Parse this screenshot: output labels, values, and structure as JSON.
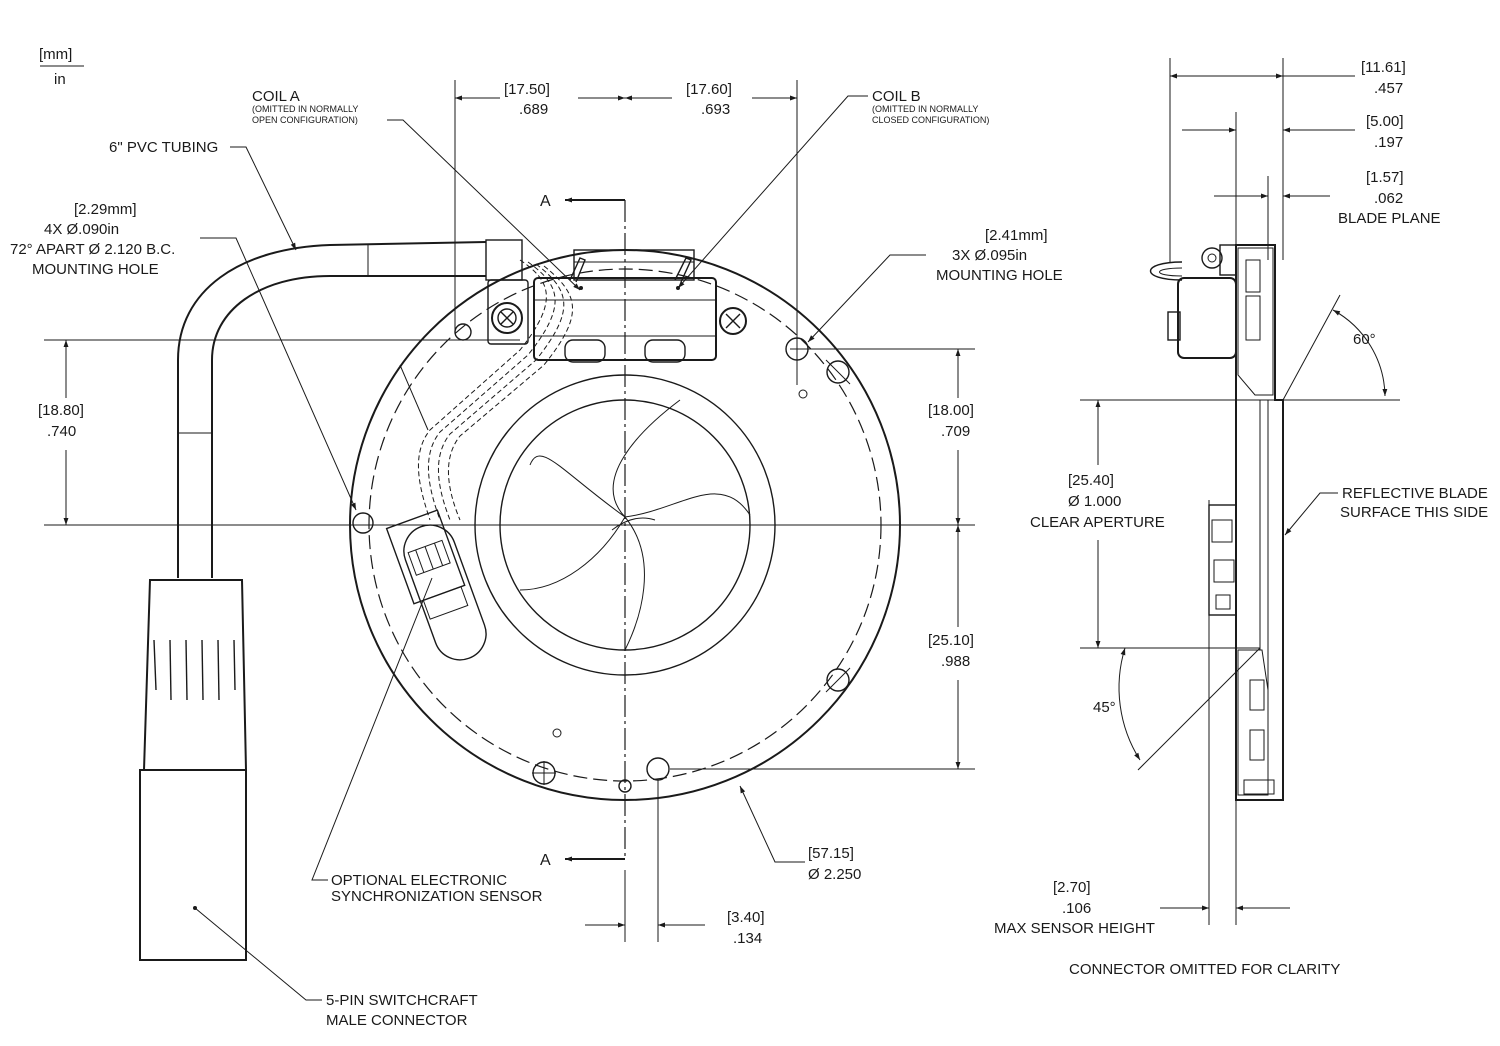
{
  "units": {
    "top": "[mm]",
    "bottom": "in"
  },
  "labels": {
    "coil_a": "COIL A",
    "coil_a_note1": "(OMITTED IN NORMALLY",
    "coil_a_note2": "OPEN CONFIGURATION)",
    "coil_b": "COIL B",
    "coil_b_note1": "(OMITTED IN NORMALLY",
    "coil_b_note2": "CLOSED CONFIGURATION)",
    "pvc_tubing": "6\" PVC TUBING",
    "mount4_mm": "[2.29mm]",
    "mount4_line2": "4X    Ø.090in",
    "mount4_line3": "72° APART Ø 2.120 B.C.",
    "mount4_line4": "MOUNTING HOLE",
    "mount3_mm": "[2.41mm]",
    "mount3_line2": "3X    Ø.095in",
    "mount3_line3": "MOUNTING HOLE",
    "section_a_top": "A",
    "section_a_bottom": "A",
    "sync_sensor_1": "OPTIONAL ELECTRONIC",
    "sync_sensor_2": "SYNCHRONIZATION SENSOR",
    "connector_1": "5-PIN SWITCHCRAFT",
    "connector_2": "MALE CONNECTOR",
    "reflective_1": "REFLECTIVE BLADE",
    "reflective_2": "SURFACE THIS SIDE",
    "clear_aperture": "CLEAR APERTURE",
    "blade_plane": "BLADE PLANE",
    "max_sensor": "MAX SENSOR HEIGHT",
    "connector_omitted": "CONNECTOR OMITTED FOR CLARITY"
  },
  "dims": {
    "d1750_mm": "[17.50]",
    "d1750_in": ".689",
    "d1760_mm": "[17.60]",
    "d1760_in": ".693",
    "d1880_mm": "[18.80]",
    "d1880_in": ".740",
    "d1800_mm": "[18.00]",
    "d1800_in": ".709",
    "d2510_mm": "[25.10]",
    "d2510_in": ".988",
    "d5715_mm": "[57.15]",
    "d5715_in": "Ø 2.250",
    "d340_mm": "[3.40]",
    "d340_in": ".134",
    "d1161_mm": "[11.61]",
    "d1161_in": ".457",
    "d500_mm": "[5.00]",
    "d500_in": ".197",
    "d157_mm": "[1.57]",
    "d157_in": ".062",
    "d2540_mm": "[25.40]",
    "d2540_in": "Ø 1.000",
    "d270_mm": "[2.70]",
    "d270_in": ".106",
    "angle60": "60°",
    "angle45": "45°"
  }
}
